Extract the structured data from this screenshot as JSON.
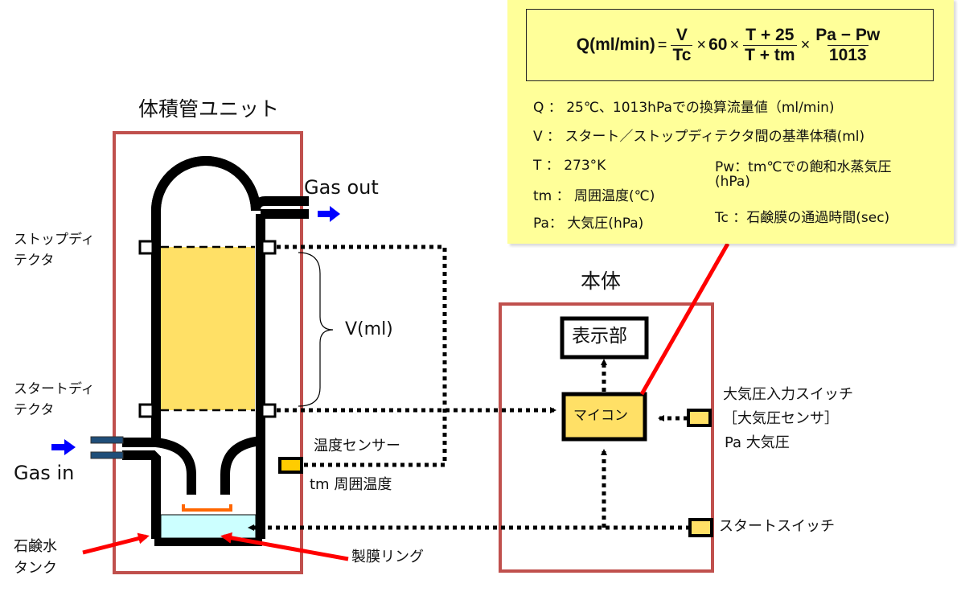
{
  "callout": {
    "formula": {
      "lhs": "Q(ml/min)",
      "equals": "=",
      "frac1": {
        "num": "V",
        "den": "Tc"
      },
      "times": "×",
      "factor": "60",
      "frac2": {
        "num": "T + 25",
        "den": "T + tm"
      },
      "frac3": {
        "num": "Pa − Pw",
        "den": "1013"
      }
    },
    "definitions": {
      "Q": "Q ： 25℃、1013hPaでの換算流量値（ml/min)",
      "V": "V ： スタート／ストップディテクタ間の基準体積(ml)",
      "T": "T ： 273°K",
      "tm": "tm ： 周囲温度(℃)",
      "Pa": "Pa： 大気圧(hPa)",
      "Pw_line1": "Pw：tm℃での飽和水蒸気圧",
      "Pw_line2": "(hPa)",
      "Tc": "Tc ：石鹸膜の通過時間(sec)"
    }
  },
  "unit": {
    "title": "体積管ユニット",
    "gas_out": "Gas out",
    "gas_in": "Gas in",
    "stop_detector": [
      "ストップディ",
      "テクタ"
    ],
    "start_detector": [
      "スタートディ",
      "テクタ"
    ],
    "volume_label": "V(ml)",
    "temp_sensor": "温度センサー",
    "ambient_temp": "tm 周囲温度",
    "soap_tank": [
      "石鹸水",
      "タンク"
    ],
    "film_ring": "製膜リング"
  },
  "main_body": {
    "title": "本体",
    "display": "表示部",
    "microcontroller": "マイコン",
    "pressure_switch": [
      "大気圧入力スイッチ",
      "［大気圧センサ］",
      "Pa 大気圧"
    ],
    "start_switch": "スタートスイッチ"
  },
  "colors": {
    "frame": "#c0504d",
    "volume_fill": "#ffe066",
    "soap_water": "#ccffff",
    "film_ring": "#ff6600",
    "temp_sensor": "#ffcc00",
    "arrow_blue": "#0000ff",
    "pipe_blue": "#1f4e79",
    "pointer_red": "#ff0000",
    "callout_bg": "#ffff99"
  }
}
